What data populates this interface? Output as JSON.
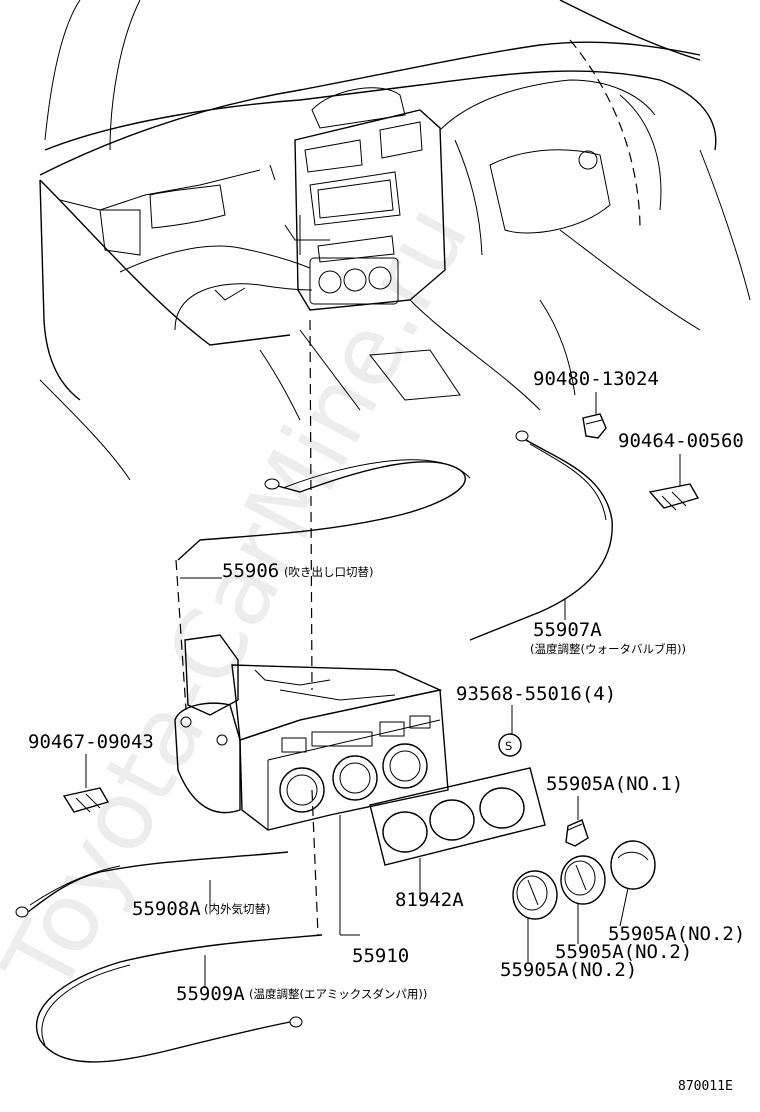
{
  "watermark": "Toyota-CarMine.ru",
  "figure_number": "870011E",
  "callouts": {
    "c1": {
      "number": "90480-13024",
      "desc": ""
    },
    "c2": {
      "number": "90464-00560",
      "desc": ""
    },
    "c3": {
      "number": "55906",
      "desc": "(吹き出し口切替)"
    },
    "c4": {
      "number": "55907A",
      "desc": "(温度調整(ウォータバルブ用))"
    },
    "c5": {
      "number": "93568-55016(4)",
      "desc": ""
    },
    "c6": {
      "number": "90467-09043",
      "desc": ""
    },
    "c7": {
      "number": "55905A(NO.1)",
      "desc": ""
    },
    "c8": {
      "number": "81942A",
      "desc": ""
    },
    "c9": {
      "number": "55908A",
      "desc": "(内外気切替)"
    },
    "c10": {
      "number": "55910",
      "desc": ""
    },
    "c11": {
      "number": "55905A(NO.2)",
      "desc": ""
    },
    "c12": {
      "number": "55905A(NO.2)",
      "desc": ""
    },
    "c13": {
      "number": "55905A(NO.2)",
      "desc": ""
    },
    "c14": {
      "number": "55909A",
      "desc": "(温度調整(エアミックスダンパ用))"
    }
  },
  "symbols": {
    "screw_mark": "S"
  }
}
